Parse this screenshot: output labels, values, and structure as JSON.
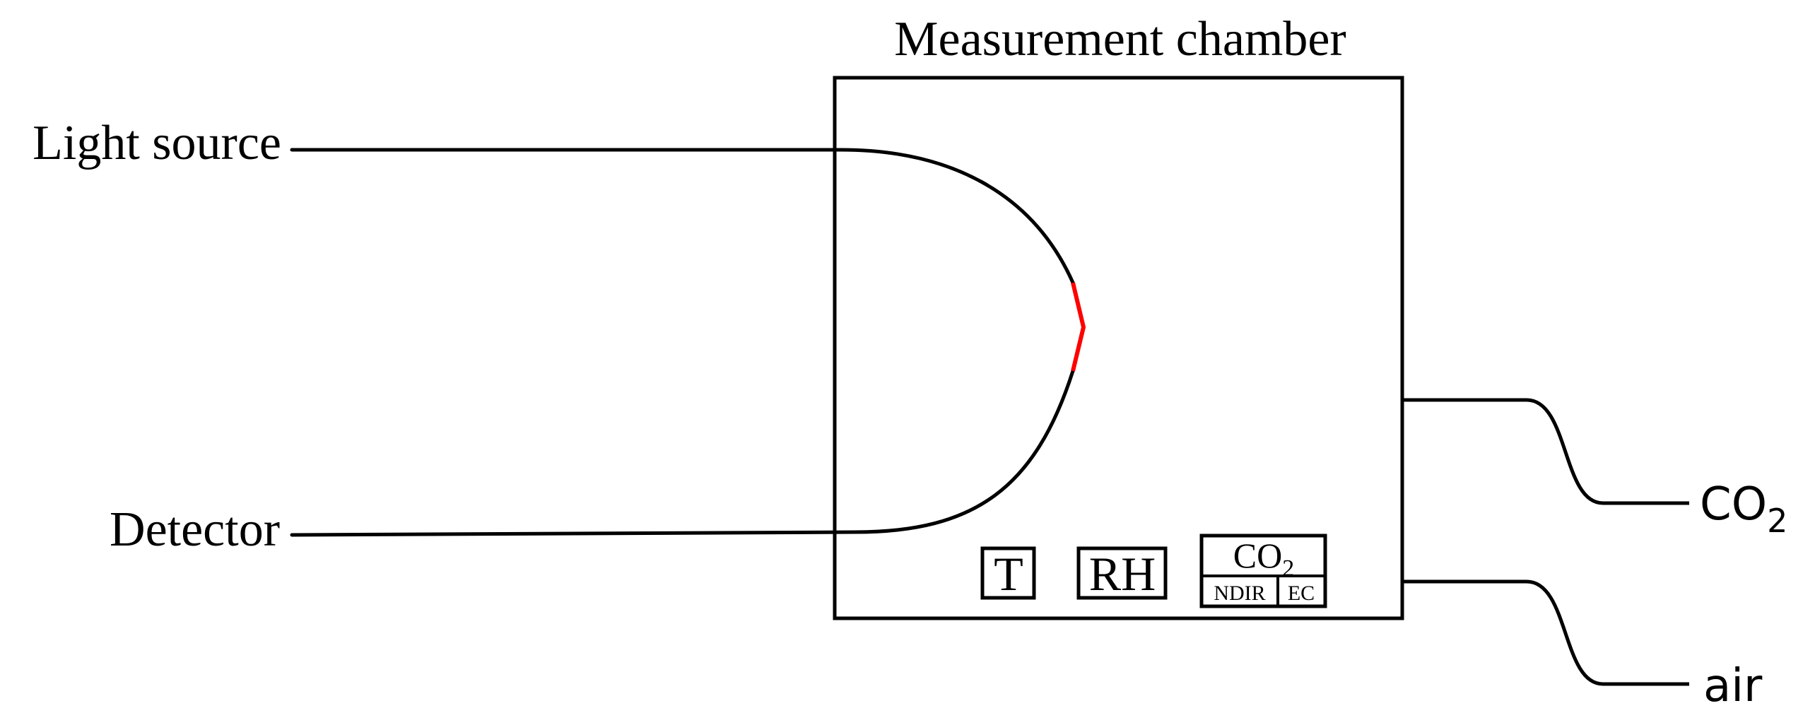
{
  "chamber": {
    "title": "Measurement chamber"
  },
  "left_ports": {
    "light_source": "Light source",
    "detector": "Detector"
  },
  "sensors": {
    "temperature": "T",
    "humidity": "RH",
    "co2": {
      "label": "CO",
      "subscript": "2",
      "methods": [
        "NDIR",
        "EC"
      ]
    }
  },
  "right_ports": {
    "co2": {
      "label": "CO",
      "subscript": "2"
    },
    "air": "air"
  },
  "colors": {
    "line": "#000000",
    "highlight": "#ff0000"
  }
}
